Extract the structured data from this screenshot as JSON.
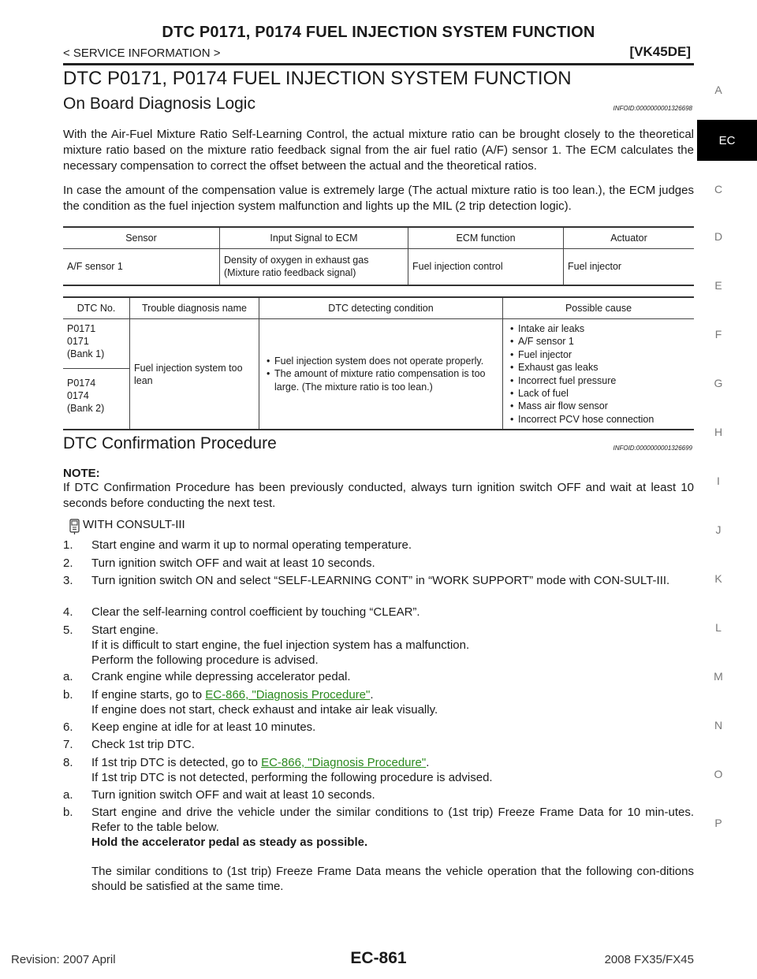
{
  "header": {
    "title": "DTC P0171, P0174 FUEL INJECTION SYSTEM FUNCTION",
    "breadcrumb": "< SERVICE INFORMATION >",
    "model": "[VK45DE]"
  },
  "main_title": "DTC P0171, P0174 FUEL INJECTION SYSTEM FUNCTION",
  "section1": {
    "title": "On Board Diagnosis Logic",
    "infoid": "INFOID:0000000001326698",
    "para1": "With the Air-Fuel Mixture Ratio Self-Learning Control, the actual mixture ratio can be brought closely to the theoretical mixture ratio based on the mixture ratio feedback signal from the air fuel ratio (A/F) sensor 1. The ECM calculates the necessary compensation to correct the offset between the actual and the theoretical ratios.",
    "para2": "In case the amount of the compensation value is extremely large (The actual mixture ratio is too lean.), the ECM judges the condition as the fuel injection system malfunction and lights up the MIL (2 trip detection logic)."
  },
  "table1": {
    "headers": [
      "Sensor",
      "Input Signal to ECM",
      "ECM function",
      "Actuator"
    ],
    "row": {
      "sensor": "A/F sensor 1",
      "input_line1": "Density of oxygen in exhaust gas",
      "input_line2": "(Mixture ratio feedback signal)",
      "function": "Fuel injection control",
      "actuator": "Fuel injector"
    }
  },
  "table2": {
    "headers": [
      "DTC No.",
      "Trouble diagnosis name",
      "DTC detecting condition",
      "Possible cause"
    ],
    "dtc1": [
      "P0171",
      "0171",
      "(Bank 1)"
    ],
    "dtc2": [
      "P0174",
      "0174",
      "(Bank 2)"
    ],
    "diagnosis_name": "Fuel injection system too lean",
    "conditions": [
      "Fuel injection system does not operate properly.",
      "The amount of mixture ratio compensation is too large. (The mixture ratio is too lean.)"
    ],
    "causes": [
      "Intake air leaks",
      "A/F sensor 1",
      "Fuel injector",
      "Exhaust gas leaks",
      "Incorrect fuel pressure",
      "Lack of fuel",
      "Mass air flow sensor",
      "Incorrect PCV hose connection"
    ]
  },
  "section2": {
    "title": "DTC Confirmation Procedure",
    "infoid": "INFOID:0000000001326699",
    "note_label": "NOTE:",
    "note_text": "If DTC Confirmation Procedure has been previously conducted, always turn ignition switch OFF and wait at least 10 seconds before conducting the next test.",
    "consult_label": "WITH CONSULT-III",
    "steps": [
      {
        "num": "1.",
        "text": "Start engine and warm it up to normal operating temperature."
      },
      {
        "num": "2.",
        "text": "Turn ignition switch OFF and wait at least 10 seconds."
      },
      {
        "num": "3.",
        "text": "Turn ignition switch ON and select “SELF-LEARNING CONT” in “WORK SUPPORT” mode with CON-SULT-III."
      },
      {
        "num": "4.",
        "text": "Clear the self-learning control coefficient by touching “CLEAR”."
      },
      {
        "num": "5.",
        "line1": "Start engine.",
        "line2": "If it is difficult to start engine, the fuel injection system has a malfunction.",
        "line3": "Perform the following procedure is advised."
      },
      {
        "num": "a.",
        "text": "Crank engine while depressing accelerator pedal."
      },
      {
        "num": "b.",
        "prefix": "If engine starts, go to ",
        "link": "EC-866, \"Diagnosis Procedure\"",
        "suffix": ".",
        "line2": "If engine does not start, check exhaust and intake air leak visually."
      },
      {
        "num": "6.",
        "text": "Keep engine at idle for at least 10 minutes."
      },
      {
        "num": "7.",
        "text": "Check 1st trip DTC."
      },
      {
        "num": "8.",
        "prefix": "If 1st trip DTC is detected, go to ",
        "link": "EC-866, \"Diagnosis Procedure\"",
        "suffix": ".",
        "line2": "If 1st trip DTC is not detected, performing the following procedure is advised."
      },
      {
        "num": "a.",
        "text": "Turn ignition switch OFF and wait at least 10 seconds."
      },
      {
        "num": "b.",
        "text": "Start engine and drive the vehicle under the similar conditions to (1st trip) Freeze Frame Data for 10 min-utes. Refer to the table below.",
        "bold": "Hold the accelerator pedal as steady as possible.",
        "extra": "The similar conditions to (1st trip) Freeze Frame Data means the vehicle operation that the following con-ditions should be satisfied at the same time."
      }
    ]
  },
  "side_tabs": [
    "A",
    "EC",
    "C",
    "D",
    "E",
    "F",
    "G",
    "H",
    "I",
    "J",
    "K",
    "L",
    "M",
    "N",
    "O",
    "P"
  ],
  "footer": {
    "revision": "Revision: 2007 April",
    "page": "EC-861",
    "model": "2008 FX35/FX45"
  }
}
